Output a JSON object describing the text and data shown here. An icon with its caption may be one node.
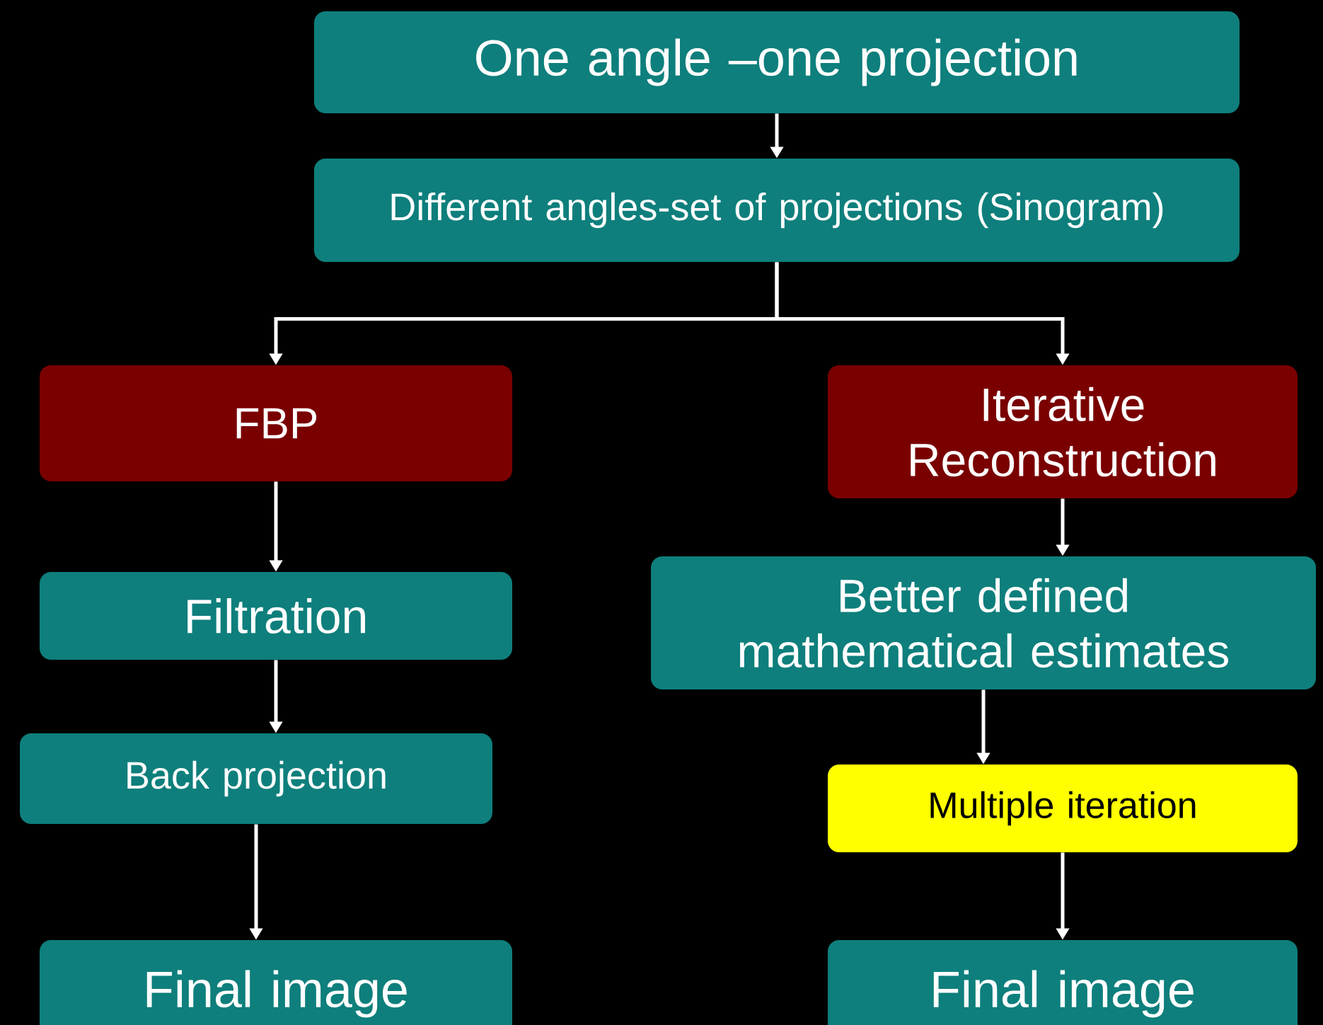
{
  "diagram": {
    "nodes": [
      {
        "text": [
          "One angle –one projection"
        ]
      },
      {
        "text": [
          "Different angles-set of projections (Sinogram)"
        ]
      },
      {
        "text": [
          "FBP"
        ]
      },
      {
        "text": [
          "Iterative Reconstruction"
        ]
      },
      {
        "text": [
          "Filtration"
        ]
      },
      {
        "text": [
          "Better defined mathematical estimates"
        ]
      },
      {
        "text": [
          "Back projection"
        ]
      },
      {
        "text": [
          "Multiple iteration"
        ]
      },
      {
        "text": [
          "Final image"
        ]
      },
      {
        "text": [
          "Final image"
        ]
      }
    ],
    "edges": [
      {
        "from": 0,
        "to": 1,
        "arrow": "to"
      },
      {
        "from": 1,
        "to": 2,
        "arrow": "to"
      },
      {
        "from": 1,
        "to": 3,
        "arrow": "to"
      },
      {
        "from": 2,
        "to": 4,
        "arrow": "to"
      },
      {
        "from": 4,
        "to": 6,
        "arrow": "to"
      },
      {
        "from": 6,
        "to": 8,
        "arrow": "to"
      },
      {
        "from": 3,
        "to": 5,
        "arrow": "to"
      },
      {
        "from": 5,
        "to": 7,
        "arrow": "to"
      },
      {
        "from": 7,
        "to": 9,
        "arrow": "to"
      }
    ]
  }
}
